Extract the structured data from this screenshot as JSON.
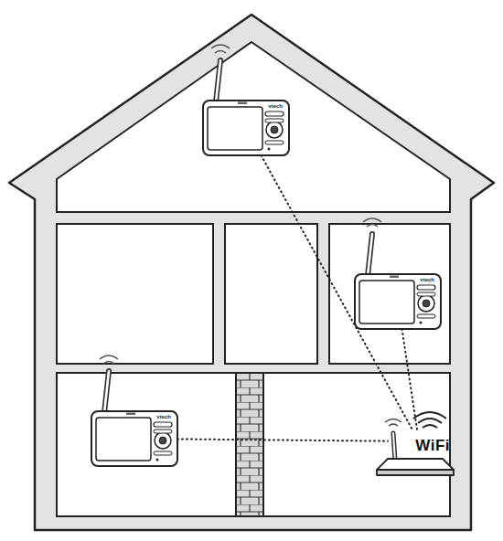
{
  "diagram": {
    "nodes": [
      {
        "text": [
          "vtech"
        ]
      },
      {
        "text": [
          "vtech"
        ]
      },
      {
        "text": [
          "vtech"
        ]
      },
      {
        "text": [
          "WiFi"
        ]
      }
    ],
    "edges": [
      {
        "from": 0,
        "to": 3,
        "arrow": "none"
      },
      {
        "from": 1,
        "to": 3,
        "arrow": "none"
      },
      {
        "from": 2,
        "to": 3,
        "arrow": "none"
      }
    ]
  }
}
